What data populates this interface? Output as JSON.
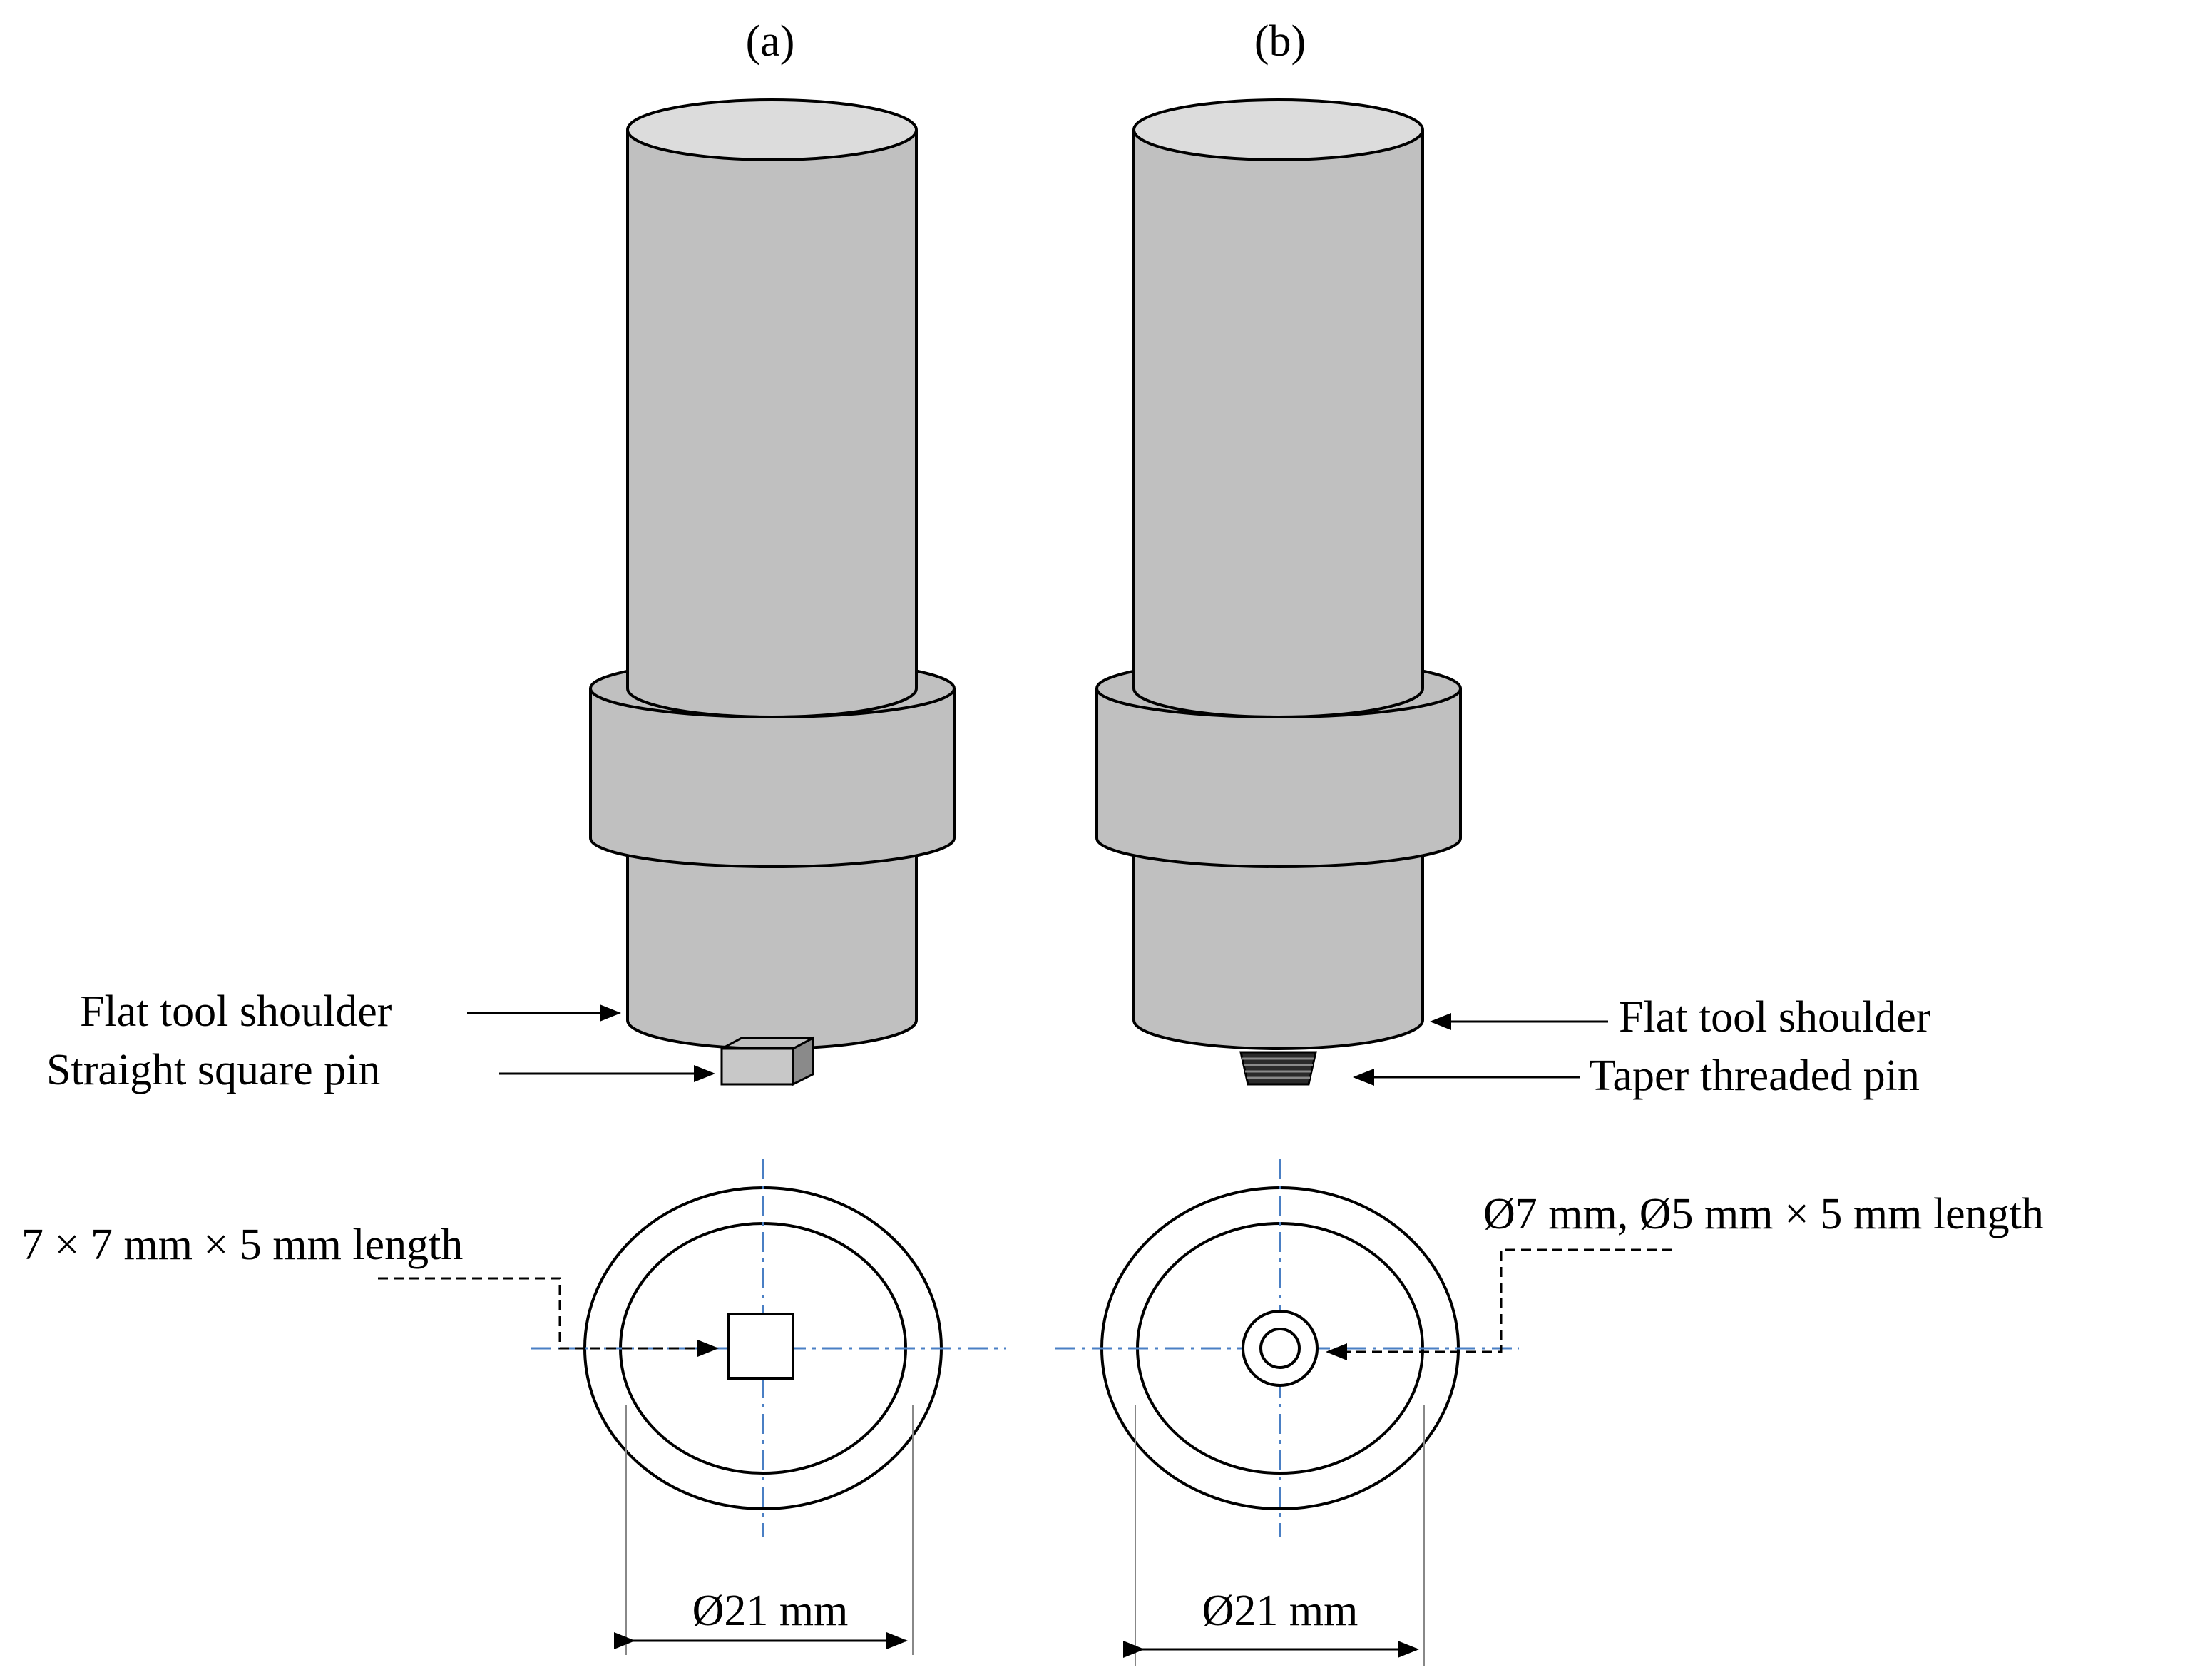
{
  "panels": [
    {
      "id": "a",
      "label": "(a)",
      "shoulder_callout": "Flat tool shoulder",
      "pin_callout": "Straight square pin",
      "pin_dimension": "7 × 7 mm × 5 mm length",
      "shoulder_diameter": "Ø21 mm",
      "pin_type": "square"
    },
    {
      "id": "b",
      "label": "(b)",
      "shoulder_callout": "Flat tool shoulder",
      "pin_callout": "Taper threaded pin",
      "pin_dimension": "Ø7 mm, Ø5 mm × 5 mm length",
      "shoulder_diameter": "Ø21 mm",
      "pin_type": "taper-threaded"
    }
  ],
  "colors": {
    "body": "#c0c0c0",
    "top_face": "#dcdcdc",
    "outline": "#000000",
    "centerline": "#4a7fc4",
    "pin_dark": "#2a2a2a"
  }
}
